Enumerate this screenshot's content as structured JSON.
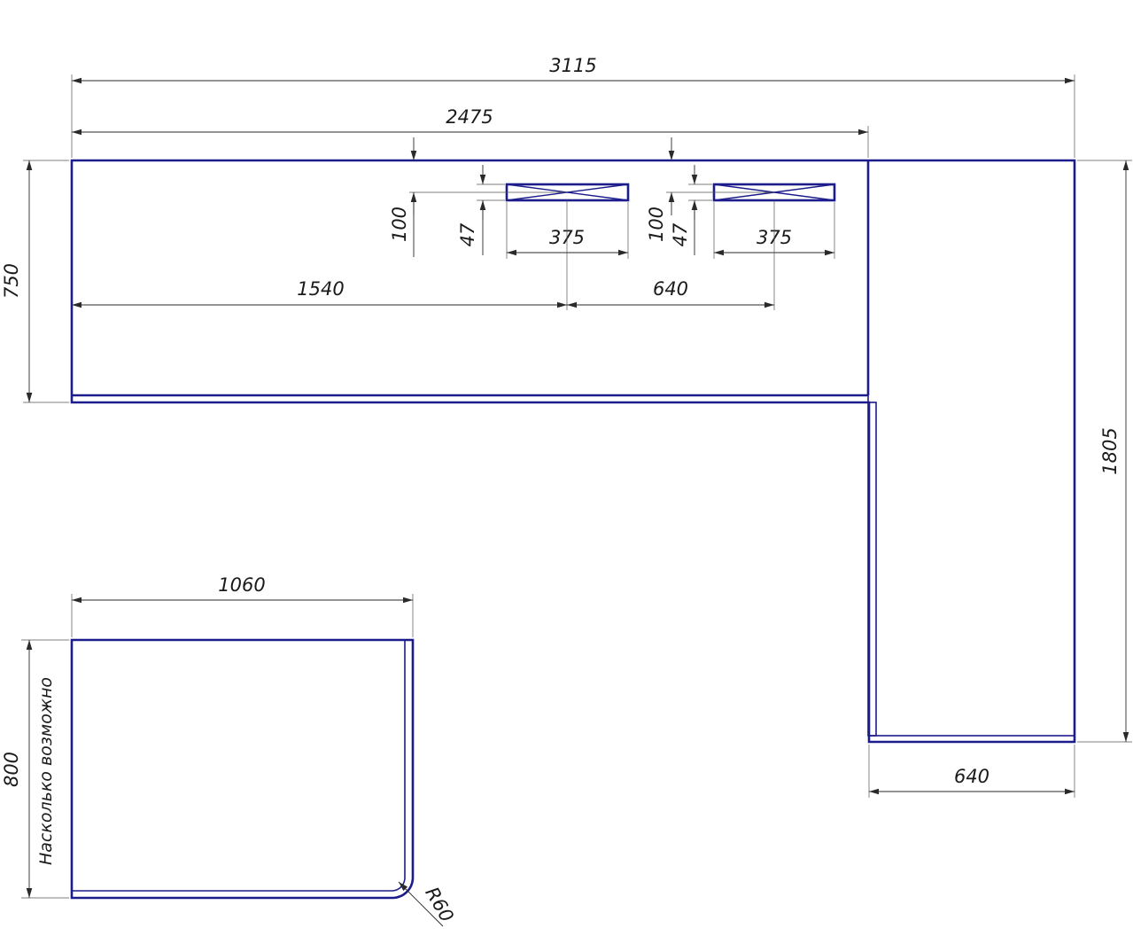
{
  "dimensions": {
    "total_width": "3115",
    "main_length": "2475",
    "depth_main": "750",
    "right_length": "1805",
    "right_width": "640",
    "cutout1_width": "375",
    "cutout2_width": "375",
    "cutout1_offset": "100",
    "cutout1_depth": "47",
    "cutout2_offset": "100",
    "cutout2_depth": "47",
    "cutout1_position": "1540",
    "cutouts_spacing": "640",
    "small_width": "1060",
    "small_depth": "800",
    "corner_radius": "R60"
  },
  "notes": {
    "small_depth_note": "Насколько возможно"
  },
  "colors": {
    "outline": "#1c1c8c",
    "dimension": "#2a2a2a"
  }
}
